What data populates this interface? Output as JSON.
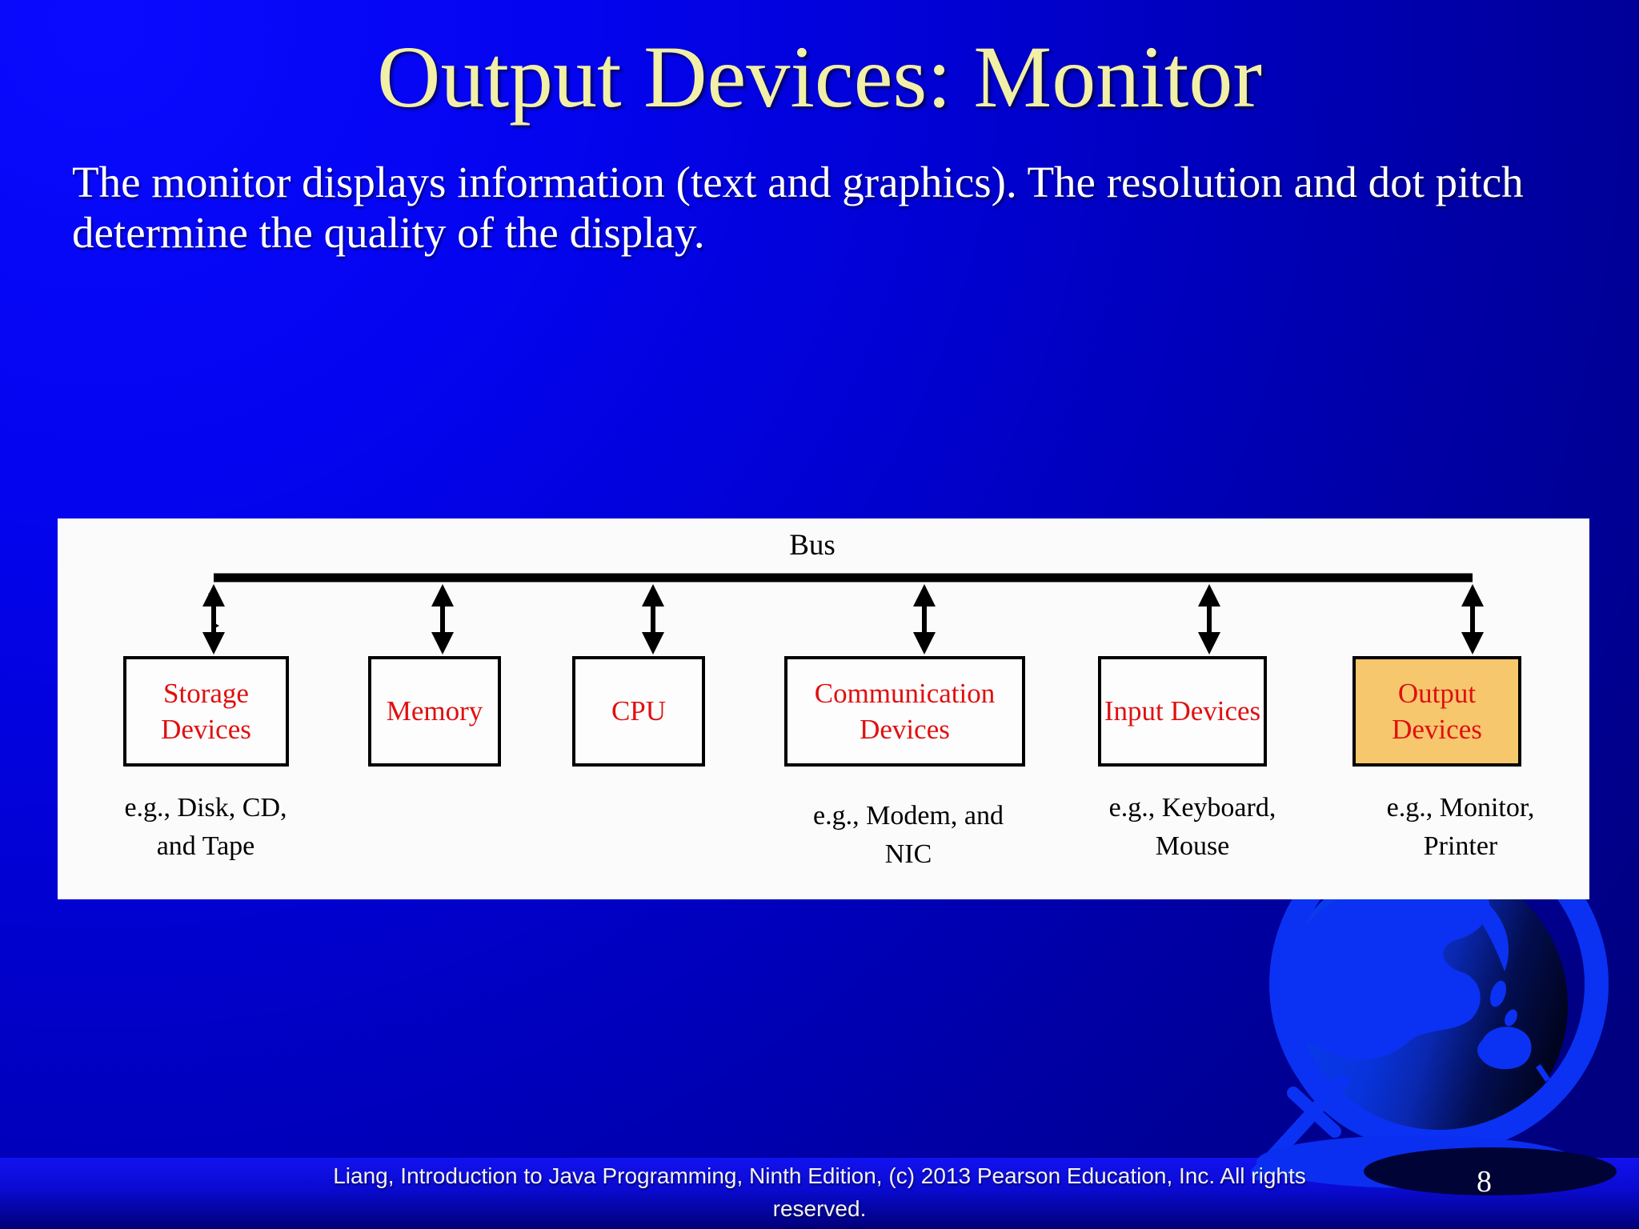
{
  "slide": {
    "title": "Output Devices: Monitor",
    "body": "The monitor displays information (text and graphics). The resolution and dot pitch determine the quality of the display.",
    "footer": "Liang, Introduction to Java Programming, Ninth Edition, (c) 2013 Pearson Education, Inc. All rights reserved.",
    "page_number": "8"
  },
  "diagram": {
    "bus_label": "Bus",
    "boxes": [
      {
        "label": "Storage Devices",
        "example": "e.g., Disk, CD, and Tape",
        "highlighted": false
      },
      {
        "label": "Memory",
        "example": "",
        "highlighted": false
      },
      {
        "label": "CPU",
        "example": "",
        "highlighted": false
      },
      {
        "label": "Communication Devices",
        "example": "e.g., Modem, and NIC",
        "highlighted": false
      },
      {
        "label": "Input Devices",
        "example": "e.g., Keyboard, Mouse",
        "highlighted": false
      },
      {
        "label": "Output Devices",
        "example": "e.g., Monitor, Printer",
        "highlighted": true
      }
    ],
    "colors": {
      "box_text": "#e01010",
      "highlight_fill": "#f6c76d",
      "panel_background": "#fbfbfb",
      "line": "#000000"
    }
  },
  "theme": {
    "background_top_left": "#0a0aff",
    "background_dark": "#000080",
    "title_color": "#f2efa6",
    "body_color": "#ffffff",
    "footer_band_top": "#1212f0"
  }
}
